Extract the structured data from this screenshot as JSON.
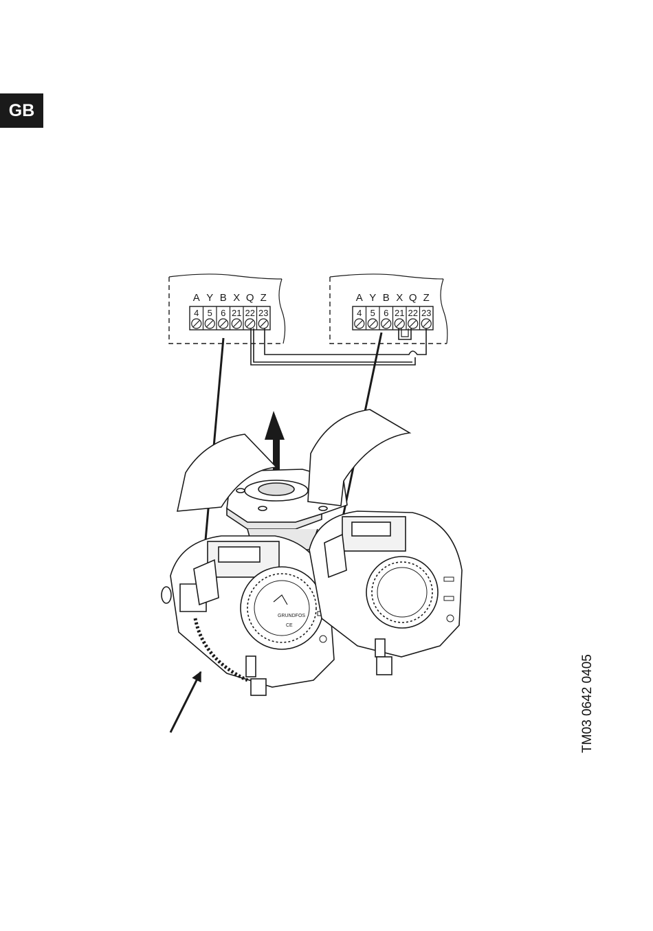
{
  "language_tab": {
    "label": "GB"
  },
  "reference": {
    "label": "TM03 0642 0405"
  },
  "terminal_blocks": [
    {
      "letters": [
        "A",
        "Y",
        "B",
        "X",
        "Q",
        "Z"
      ],
      "numbers": [
        "4",
        "5",
        "6",
        "21",
        "22",
        "23"
      ]
    },
    {
      "letters": [
        "A",
        "Y",
        "B",
        "X",
        "Q",
        "Z"
      ],
      "numbers": [
        "4",
        "5",
        "6",
        "21",
        "22",
        "23"
      ]
    }
  ],
  "colors": {
    "ink": "#1a1a1a",
    "background": "#ffffff"
  },
  "icons": [
    "arrow-up-icon",
    "screw-terminal-icon",
    "grundfos-logo-icon",
    "ce-mark-icon"
  ]
}
